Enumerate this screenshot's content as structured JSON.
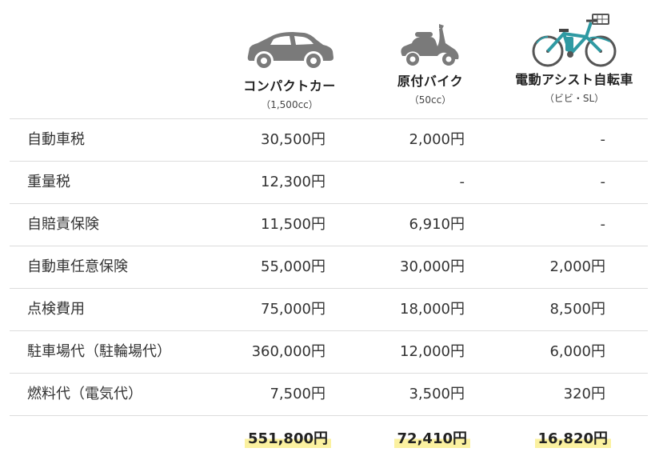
{
  "vehicles": [
    {
      "name": "コンパクトカー",
      "note": "（1,500cc）",
      "icon": "car-icon"
    },
    {
      "name": "原付バイク",
      "note": "（50cc）",
      "icon": "scooter-icon"
    },
    {
      "name": "電動アシスト自転車",
      "note": "（ビビ・SL）",
      "icon": "electric-bicycle-icon",
      "icon_color": "#2f9aa3"
    }
  ],
  "rows": [
    {
      "label": "自動車税",
      "values": [
        "30,500円",
        "2,000円",
        "-"
      ]
    },
    {
      "label": "重量税",
      "values": [
        "12,300円",
        "-",
        "-"
      ]
    },
    {
      "label": "自賠責保険",
      "values": [
        "11,500円",
        "6,910円",
        "-"
      ]
    },
    {
      "label": "自動車任意保険",
      "values": [
        "55,000円",
        "30,000円",
        "2,000円"
      ]
    },
    {
      "label": "点検費用",
      "values": [
        "75,000円",
        "18,000円",
        "8,500円"
      ]
    },
    {
      "label": "駐車場代（駐輪場代）",
      "values": [
        "360,000円",
        "12,000円",
        "6,000円"
      ]
    },
    {
      "label": "燃料代（電気代）",
      "values": [
        "7,500円",
        "3,500円",
        "320円"
      ]
    }
  ],
  "totals": [
    "551,800円",
    "72,410円",
    "16,820円"
  ],
  "colors": {
    "highlight": "#fbf1a0",
    "icon_gray": "#7a7a7a",
    "bike_accent": "#2f9aa3",
    "divider": "#dcdcdc"
  }
}
